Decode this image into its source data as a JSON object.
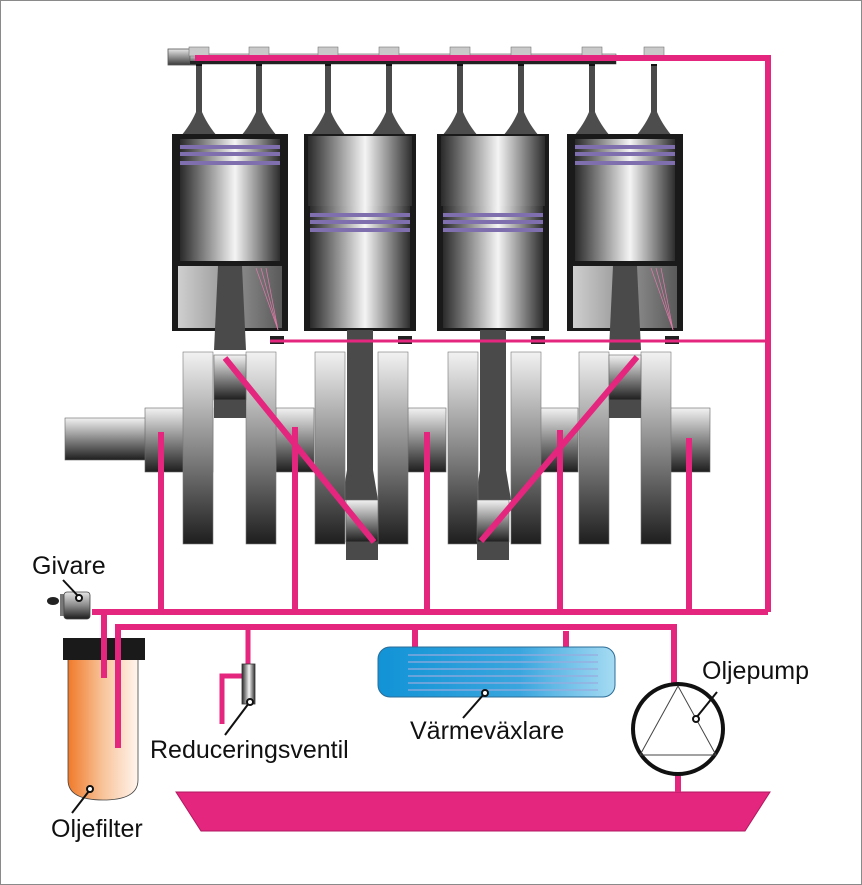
{
  "diagram": {
    "title": "Engine lubrication system",
    "colors": {
      "oil": "#e5267f",
      "metal_dark": "#2a2a2a",
      "metal_light": "#f2f2f2",
      "ring": "#7f6fae",
      "heat_exchanger": "#1f8fd0",
      "heat_exchanger_light": "#8fd0ee",
      "filter_top": "#f08a3c",
      "filter_bottom": "#fdf0e6",
      "cap": "#1a1a1a"
    },
    "labels": {
      "sensor": "Givare",
      "pressure_relief_valve": "Reduceringsventil",
      "heat_exchanger": "Värmeväxlare",
      "oil_pump": "Oljepump",
      "oil_filter": "Oljefilter"
    },
    "components": {
      "cylinders": [
        {
          "id": 1,
          "piston_position": "top"
        },
        {
          "id": 2,
          "piston_position": "bottom"
        },
        {
          "id": 3,
          "piston_position": "bottom"
        },
        {
          "id": 4,
          "piston_position": "top"
        }
      ],
      "valves_count": 8,
      "main_bearings_count": 5
    }
  }
}
